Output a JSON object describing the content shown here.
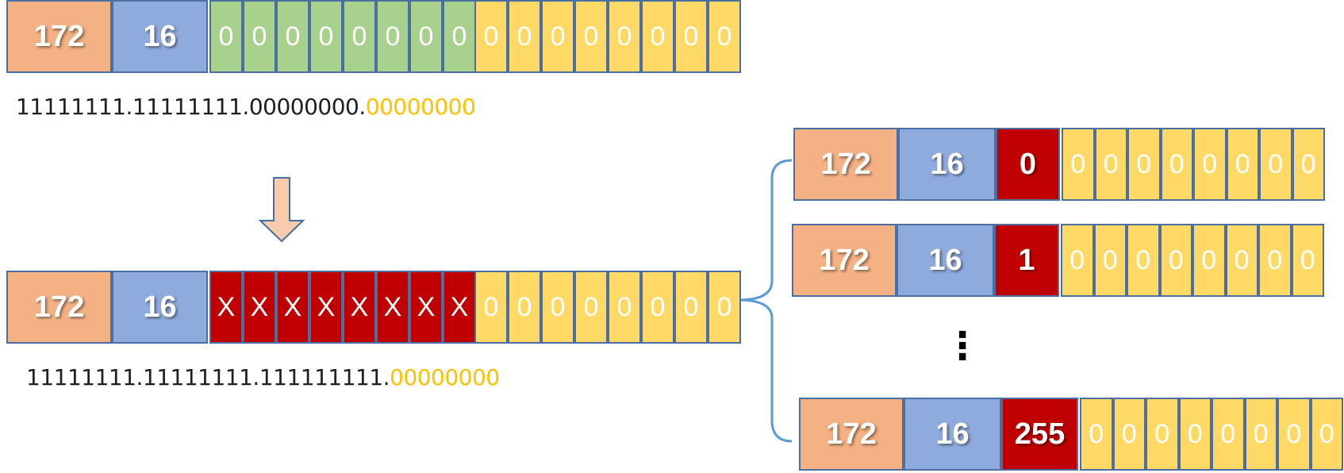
{
  "colors": {
    "network_first": "#f4b183",
    "network_second": "#8faadc",
    "host_third": "#a9d18e",
    "host_fourth": "#ffd966",
    "subnet_bits": "#c00000",
    "highlight_text": "#ffc000",
    "brace": "#5b9bd5",
    "arrow_fill": "#f8cbad",
    "arrow_stroke": "#41719c"
  },
  "original_network": {
    "octet1": "172",
    "octet2": "16",
    "third_bits": [
      "0",
      "0",
      "0",
      "0",
      "0",
      "0",
      "0",
      "0"
    ],
    "fourth_bits": [
      "0",
      "0",
      "0",
      "0",
      "0",
      "0",
      "0",
      "0"
    ],
    "mask_prefix": "11111111.11111111.00000000.",
    "mask_suffix": "00000000"
  },
  "arrow_icon": "down-arrow-icon",
  "subnetted_network": {
    "octet1": "172",
    "octet2": "16",
    "third_bits": [
      "X",
      "X",
      "X",
      "X",
      "X",
      "X",
      "X",
      "X"
    ],
    "fourth_bits": [
      "0",
      "0",
      "0",
      "0",
      "0",
      "0",
      "0",
      "0"
    ],
    "mask_prefix": "11111111.11111111.111111111.",
    "mask_suffix": "00000000"
  },
  "brace_icon": "left-curly-brace-icon",
  "subnets": [
    {
      "octet1": "172",
      "octet2": "16",
      "octet3": "0",
      "fourth_bits": [
        "0",
        "0",
        "0",
        "0",
        "0",
        "0",
        "0",
        "0"
      ]
    },
    {
      "octet1": "172",
      "octet2": "16",
      "octet3": "1",
      "fourth_bits": [
        "0",
        "0",
        "0",
        "0",
        "0",
        "0",
        "0",
        "0"
      ]
    },
    {
      "octet1": "172",
      "octet2": "16",
      "octet3": "255",
      "fourth_bits": [
        "0",
        "0",
        "0",
        "0",
        "0",
        "0",
        "0",
        "0"
      ]
    }
  ],
  "ellipsis": "⋮"
}
